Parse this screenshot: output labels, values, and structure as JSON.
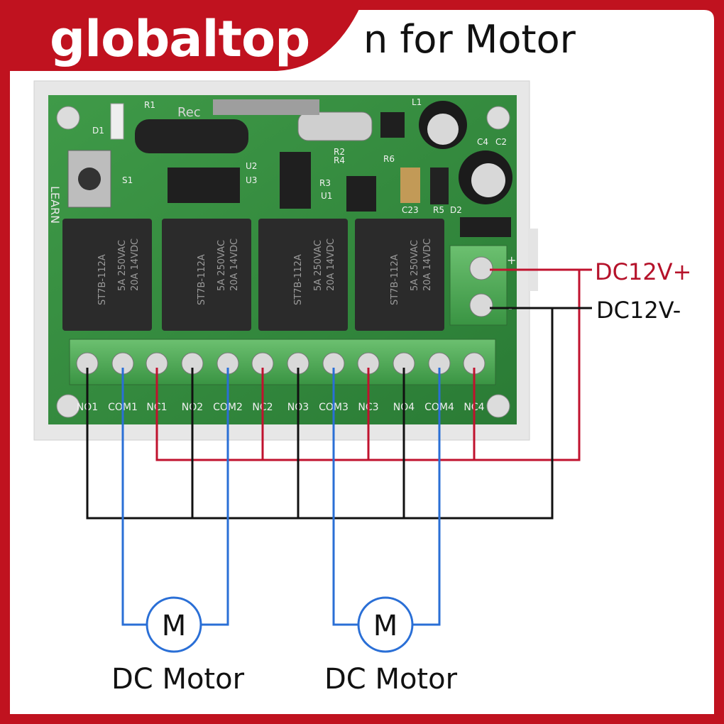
{
  "brand": "globaltop",
  "title": "n for Motor",
  "board": {
    "learn_label": "LEARN",
    "silk_text": "Rec",
    "components": [
      "R1",
      "D1",
      "L1",
      "C4",
      "C2",
      "U2",
      "U3",
      "R2",
      "R4",
      "R3",
      "U1",
      "R6",
      "S1",
      "C23",
      "R5",
      "D2"
    ],
    "relay_text": [
      "ST7B-112A",
      "5A 250VAC",
      "20A 14VDC"
    ],
    "power_plus": "+",
    "power_minus": "-",
    "terminals": [
      "NO1",
      "COM1",
      "NC1",
      "NO2",
      "COM2",
      "NC2",
      "NO3",
      "COM3",
      "NC3",
      "NO4",
      "COM4",
      "NC4"
    ]
  },
  "supply": {
    "plus_label": "DC12V+",
    "minus_label": "DC12V-"
  },
  "motors": [
    {
      "symbol": "M",
      "label": "DC Motor"
    },
    {
      "symbol": "M",
      "label": "DC Motor"
    }
  ],
  "colors": {
    "frame": "#c0121f",
    "positive_wire": "#c0122e",
    "negative_wire": "#111111",
    "motor_wire": "#2a6fd6",
    "pcb": "#2f8a3c",
    "relay": "#2b2b2b",
    "terminal": "#4caf50"
  }
}
